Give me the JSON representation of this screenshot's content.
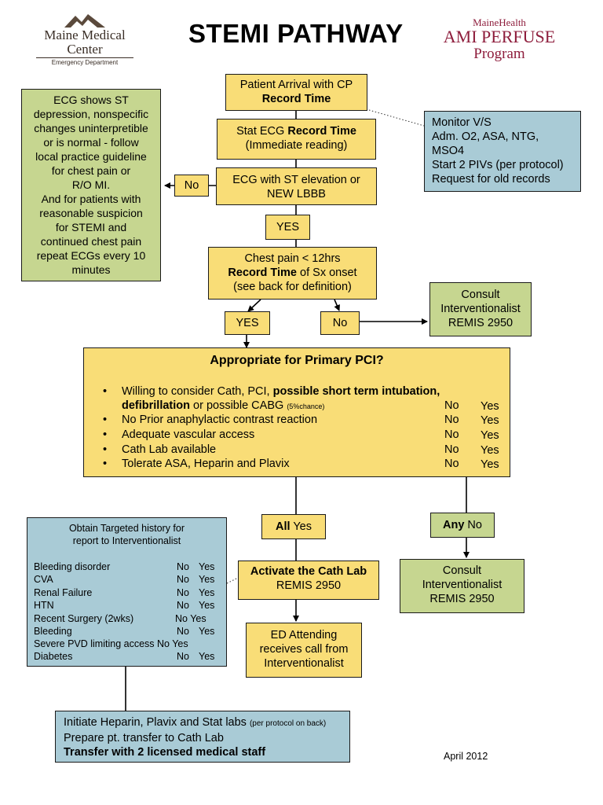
{
  "header": {
    "mmc_name": "Maine Medical Center",
    "mmc_dept": "Emergency Department",
    "title": "STEMI PATHWAY",
    "ami_top": "MaineHealth",
    "ami_mid": "AMI PERFUSE",
    "ami_bot": "Program"
  },
  "colors": {
    "yellow": "#f9dd77",
    "green": "#c6d690",
    "blue": "#a9cbd6",
    "brand": "#8e1d3c"
  },
  "flow": {
    "arrival": {
      "line1": "Patient Arrival with CP",
      "line2": "Record Time"
    },
    "ecg": {
      "pre": "Stat ECG ",
      "bold": "Record Time",
      "line2": "(Immediate reading)"
    },
    "st": {
      "line1": "ECG with ST elevation or",
      "line2": "NEW LBBB"
    },
    "no_label": "No",
    "yes_label": "YES",
    "left_guideline": [
      "ECG shows ST",
      "depression, nonspecific",
      "changes uninterpretible",
      "or is normal - follow",
      "local practice guideline",
      "for chest pain or",
      "R/O MI.",
      "And for patients with",
      "reasonable suspicion",
      "for STEMI and",
      "continued chest pain",
      "repeat ECGs every 10",
      "minutes"
    ],
    "monitor": [
      "Monitor V/S",
      "Adm. O2, ASA, NTG,",
      "MSO4",
      "Start 2 PIVs (per protocol)",
      "Request for old records"
    ],
    "chest_pain": {
      "line1": "Chest pain < 12hrs",
      "bold": "Record Time",
      "post": " of Sx onset",
      "line3": "(see back for definition)"
    },
    "cp_yes": "YES",
    "cp_no": "No",
    "consult1": [
      "Consult",
      "Interventionalist",
      "REMIS 2950"
    ],
    "pci": {
      "title": "Appropriate for Primary PCI?",
      "bullet": "•",
      "item1_a": "Willing to consider Cath, PCI, ",
      "item1_b": "possible short term intubation,",
      "item1_c": "defibrillation",
      "item1_d": " or possible CABG ",
      "item1_e": "(5%chance)",
      "items": [
        "No Prior anaphylactic contrast reaction",
        "Adequate vascular access",
        "Cath Lab available",
        "Tolerate ASA, Heparin and Plavix"
      ],
      "no": "No",
      "yes": "Yes"
    },
    "all_yes": {
      "bold": "All",
      "rest": " Yes"
    },
    "any_no": {
      "bold": "Any",
      "rest": " No"
    },
    "activate": {
      "line1": "Activate the Cath Lab",
      "line2": "REMIS 2950"
    },
    "attending": [
      "ED Attending",
      "receives call from",
      "Interventionalist"
    ],
    "consult2": [
      "Consult",
      "Interventionalist",
      "REMIS 2950"
    ],
    "history": {
      "title1": "Obtain Targeted history for",
      "title2": "report to Interventionalist",
      "rows": [
        {
          "label": "Bleeding disorder",
          "no": "No",
          "yes": "Yes"
        },
        {
          "label": "CVA",
          "no": "No",
          "yes": "Yes"
        },
        {
          "label": "Renal Failure",
          "no": "No",
          "yes": "Yes"
        },
        {
          "label": "HTN",
          "no": "No",
          "yes": "Yes"
        },
        {
          "label": "Recent Surgery (2wks)",
          "no": "No Yes",
          "yes": ""
        },
        {
          "label": "Bleeding",
          "no": "No",
          "yes": "Yes"
        },
        {
          "label": "Severe PVD limiting access No Yes",
          "no": "",
          "yes": ""
        },
        {
          "label": "Diabetes",
          "no": "No",
          "yes": "Yes"
        }
      ]
    },
    "initiate": {
      "line1a": "Initiate Heparin, Plavix and Stat labs ",
      "line1b": "(per protocol on back)",
      "line2": "Prepare pt. transfer to Cath Lab",
      "line3": "Transfer with 2 licensed medical staff"
    },
    "date": "April 2012"
  }
}
